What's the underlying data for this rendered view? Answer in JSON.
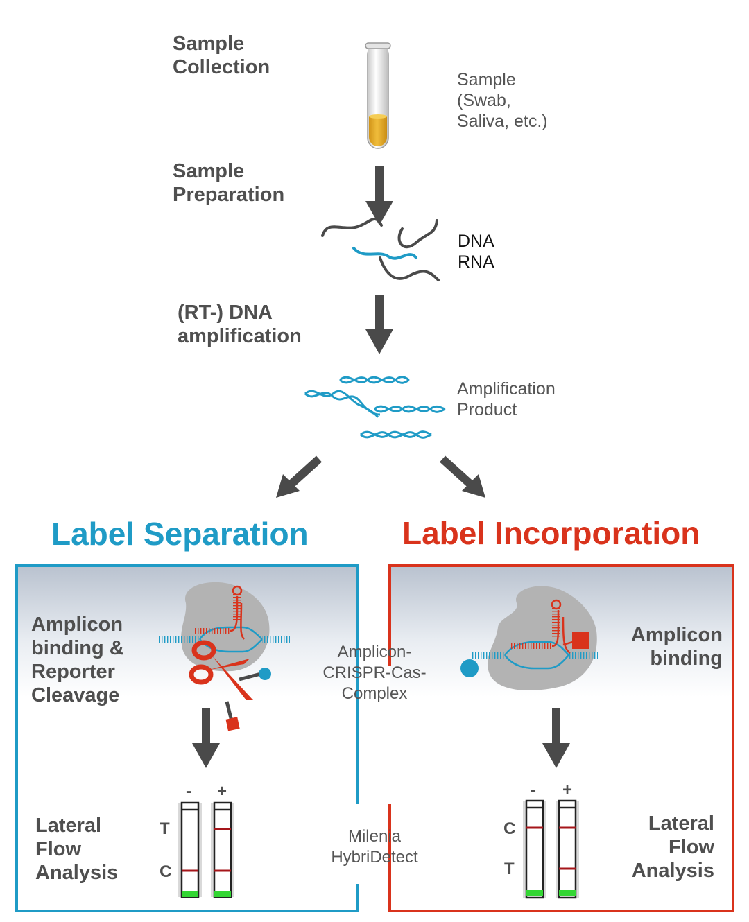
{
  "steps": {
    "sample_collection": "Sample\nCollection",
    "sample_preparation": "Sample\nPreparation",
    "amplification": "(RT-) DNA\namplification"
  },
  "notes": {
    "sample": "Sample\n(Swab,\nSaliva, etc.)",
    "dna": "DNA",
    "rna": "RNA",
    "amplification_product": "Amplification\nProduct"
  },
  "branches": {
    "left_title": "Label Separation",
    "right_title": "Label Incorporation",
    "left_color": "#1f9bc6",
    "right_color": "#d9331c"
  },
  "left_box": {
    "step_title": "Amplicon\nbinding &\nReporter\nCleavage",
    "lateral_flow": "Lateral\nFlow\nAnalysis",
    "strip_labels": [
      "T",
      "C"
    ]
  },
  "right_box": {
    "step_title": "Amplicon\nbinding",
    "lateral_flow": "Lateral\nFlow\nAnalysis",
    "strip_labels": [
      "C",
      "T"
    ]
  },
  "center": {
    "complex": "Amplicon-\nCRISPR-Cas-\nComplex",
    "detect": "Milenia\nHybriDetect"
  },
  "strip_headers": {
    "minus": "-",
    "plus": "+"
  },
  "colors": {
    "arrow": "#4a4a4a",
    "dna_strand": "#4a4a4a",
    "rna_strand": "#1f9bc6",
    "tube_fill": "#e0a928",
    "crispr_rna": "#d9331c",
    "protein": "#b3b3b3",
    "strip_line": "#a5151a",
    "strip_pad": "#33d633"
  }
}
